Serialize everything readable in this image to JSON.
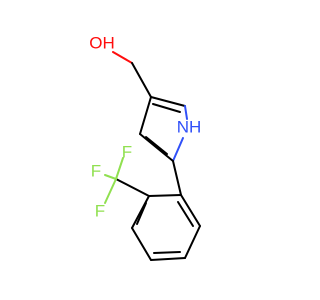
{
  "molecule": {
    "atoms": {
      "oxygen": {
        "label": "OH",
        "color": "#ff0d0d"
      },
      "nitrogen": {
        "label": "NH",
        "color": "#3050f8"
      },
      "fluorine_1": {
        "label": "F",
        "color": "#90e050"
      },
      "fluorine_2": {
        "label": "F",
        "color": "#90e050"
      },
      "fluorine_3": {
        "label": "F",
        "color": "#90e050"
      }
    },
    "bond_color": "#000000"
  }
}
